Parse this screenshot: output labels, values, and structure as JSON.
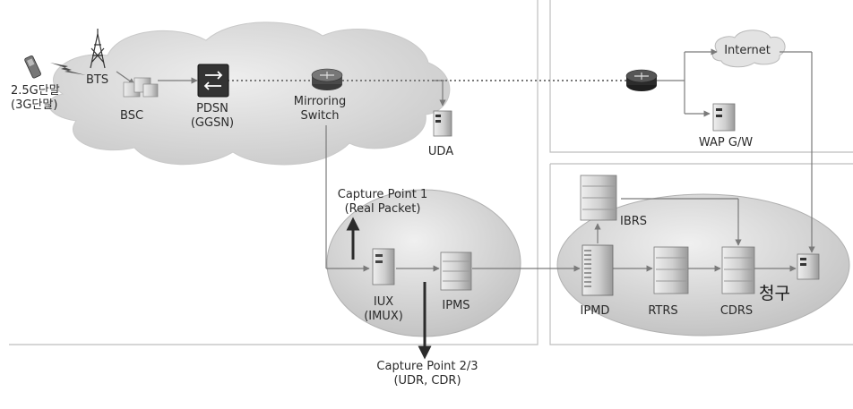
{
  "nodes": {
    "terminal": [
      "2.5G단말",
      "(3G단말)"
    ],
    "bts": "BTS",
    "bsc": "BSC",
    "pdsn": [
      "PDSN",
      "(GGSN)"
    ],
    "mirroring_switch": [
      "Mirroring",
      "Switch"
    ],
    "uda": "UDA",
    "internet": "Internet",
    "wap_gw": "WAP  G/W",
    "ibrs": "IBRS",
    "iux": [
      "IUX",
      "(IMUX)"
    ],
    "ipms": "IPMS",
    "ipmd": "IPMD",
    "rtrs": "RTRS",
    "cdrs": "CDRS",
    "billing": "청구"
  },
  "capture_points": {
    "cp1": [
      "Capture Point 1",
      "(Real Packet)"
    ],
    "cp23": [
      "Capture Point 2/3",
      "(UDR, CDR)"
    ]
  },
  "colors": {
    "cloud_fill": "#d9d9d9",
    "ellipse_fill": "#d6d6d6",
    "line": "#7a7a7a",
    "dark_device": "#3a3a3a",
    "arrow": "#2b2b2b"
  }
}
